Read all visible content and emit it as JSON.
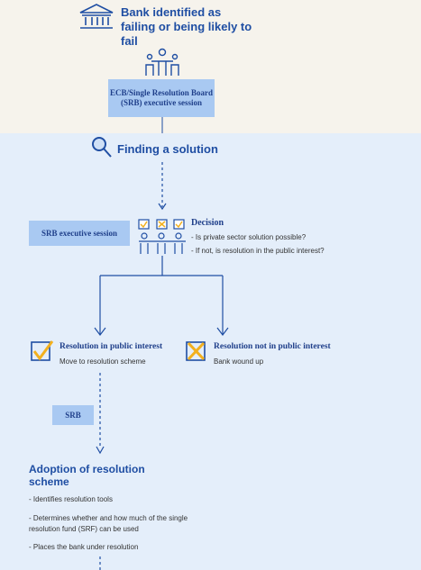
{
  "step1": {
    "text": "Bank identified as failing or being likely to fail"
  },
  "ecb_box": {
    "text": "ECB/Single Resolution Board (SRB) executive session"
  },
  "finding": {
    "text": "Finding a solution"
  },
  "srb_session": {
    "text": "SRB executive session"
  },
  "decision": {
    "title": "Decision",
    "items": [
      "- Is private sector solution possible?",
      "- If not, is resolution in the public interest?"
    ]
  },
  "branch_yes": {
    "title": "Resolution in public interest",
    "desc": "Move to resolution scheme"
  },
  "branch_no": {
    "title": "Resolution not in public interest",
    "desc": "Bank wound up"
  },
  "srb": {
    "text": "SRB"
  },
  "adoption": {
    "title": "Adoption of resolution scheme",
    "items": [
      "- Identifies resolution tools",
      "- Determines whether and how much of the single resolution fund (SRF) can be used",
      "- Places the bank under resolution"
    ]
  },
  "colors": {
    "accent_blue": "#1f4ea3",
    "box_blue": "#a9c9f2",
    "check_yellow": "#f2b01e",
    "bg_top": "#f6f3ec",
    "bg_bottom": "#e4eefa"
  },
  "icons": [
    "bank-icon",
    "meeting-icon",
    "magnifier-icon",
    "decision-people-icon",
    "check-box-icon",
    "cross-box-icon"
  ]
}
